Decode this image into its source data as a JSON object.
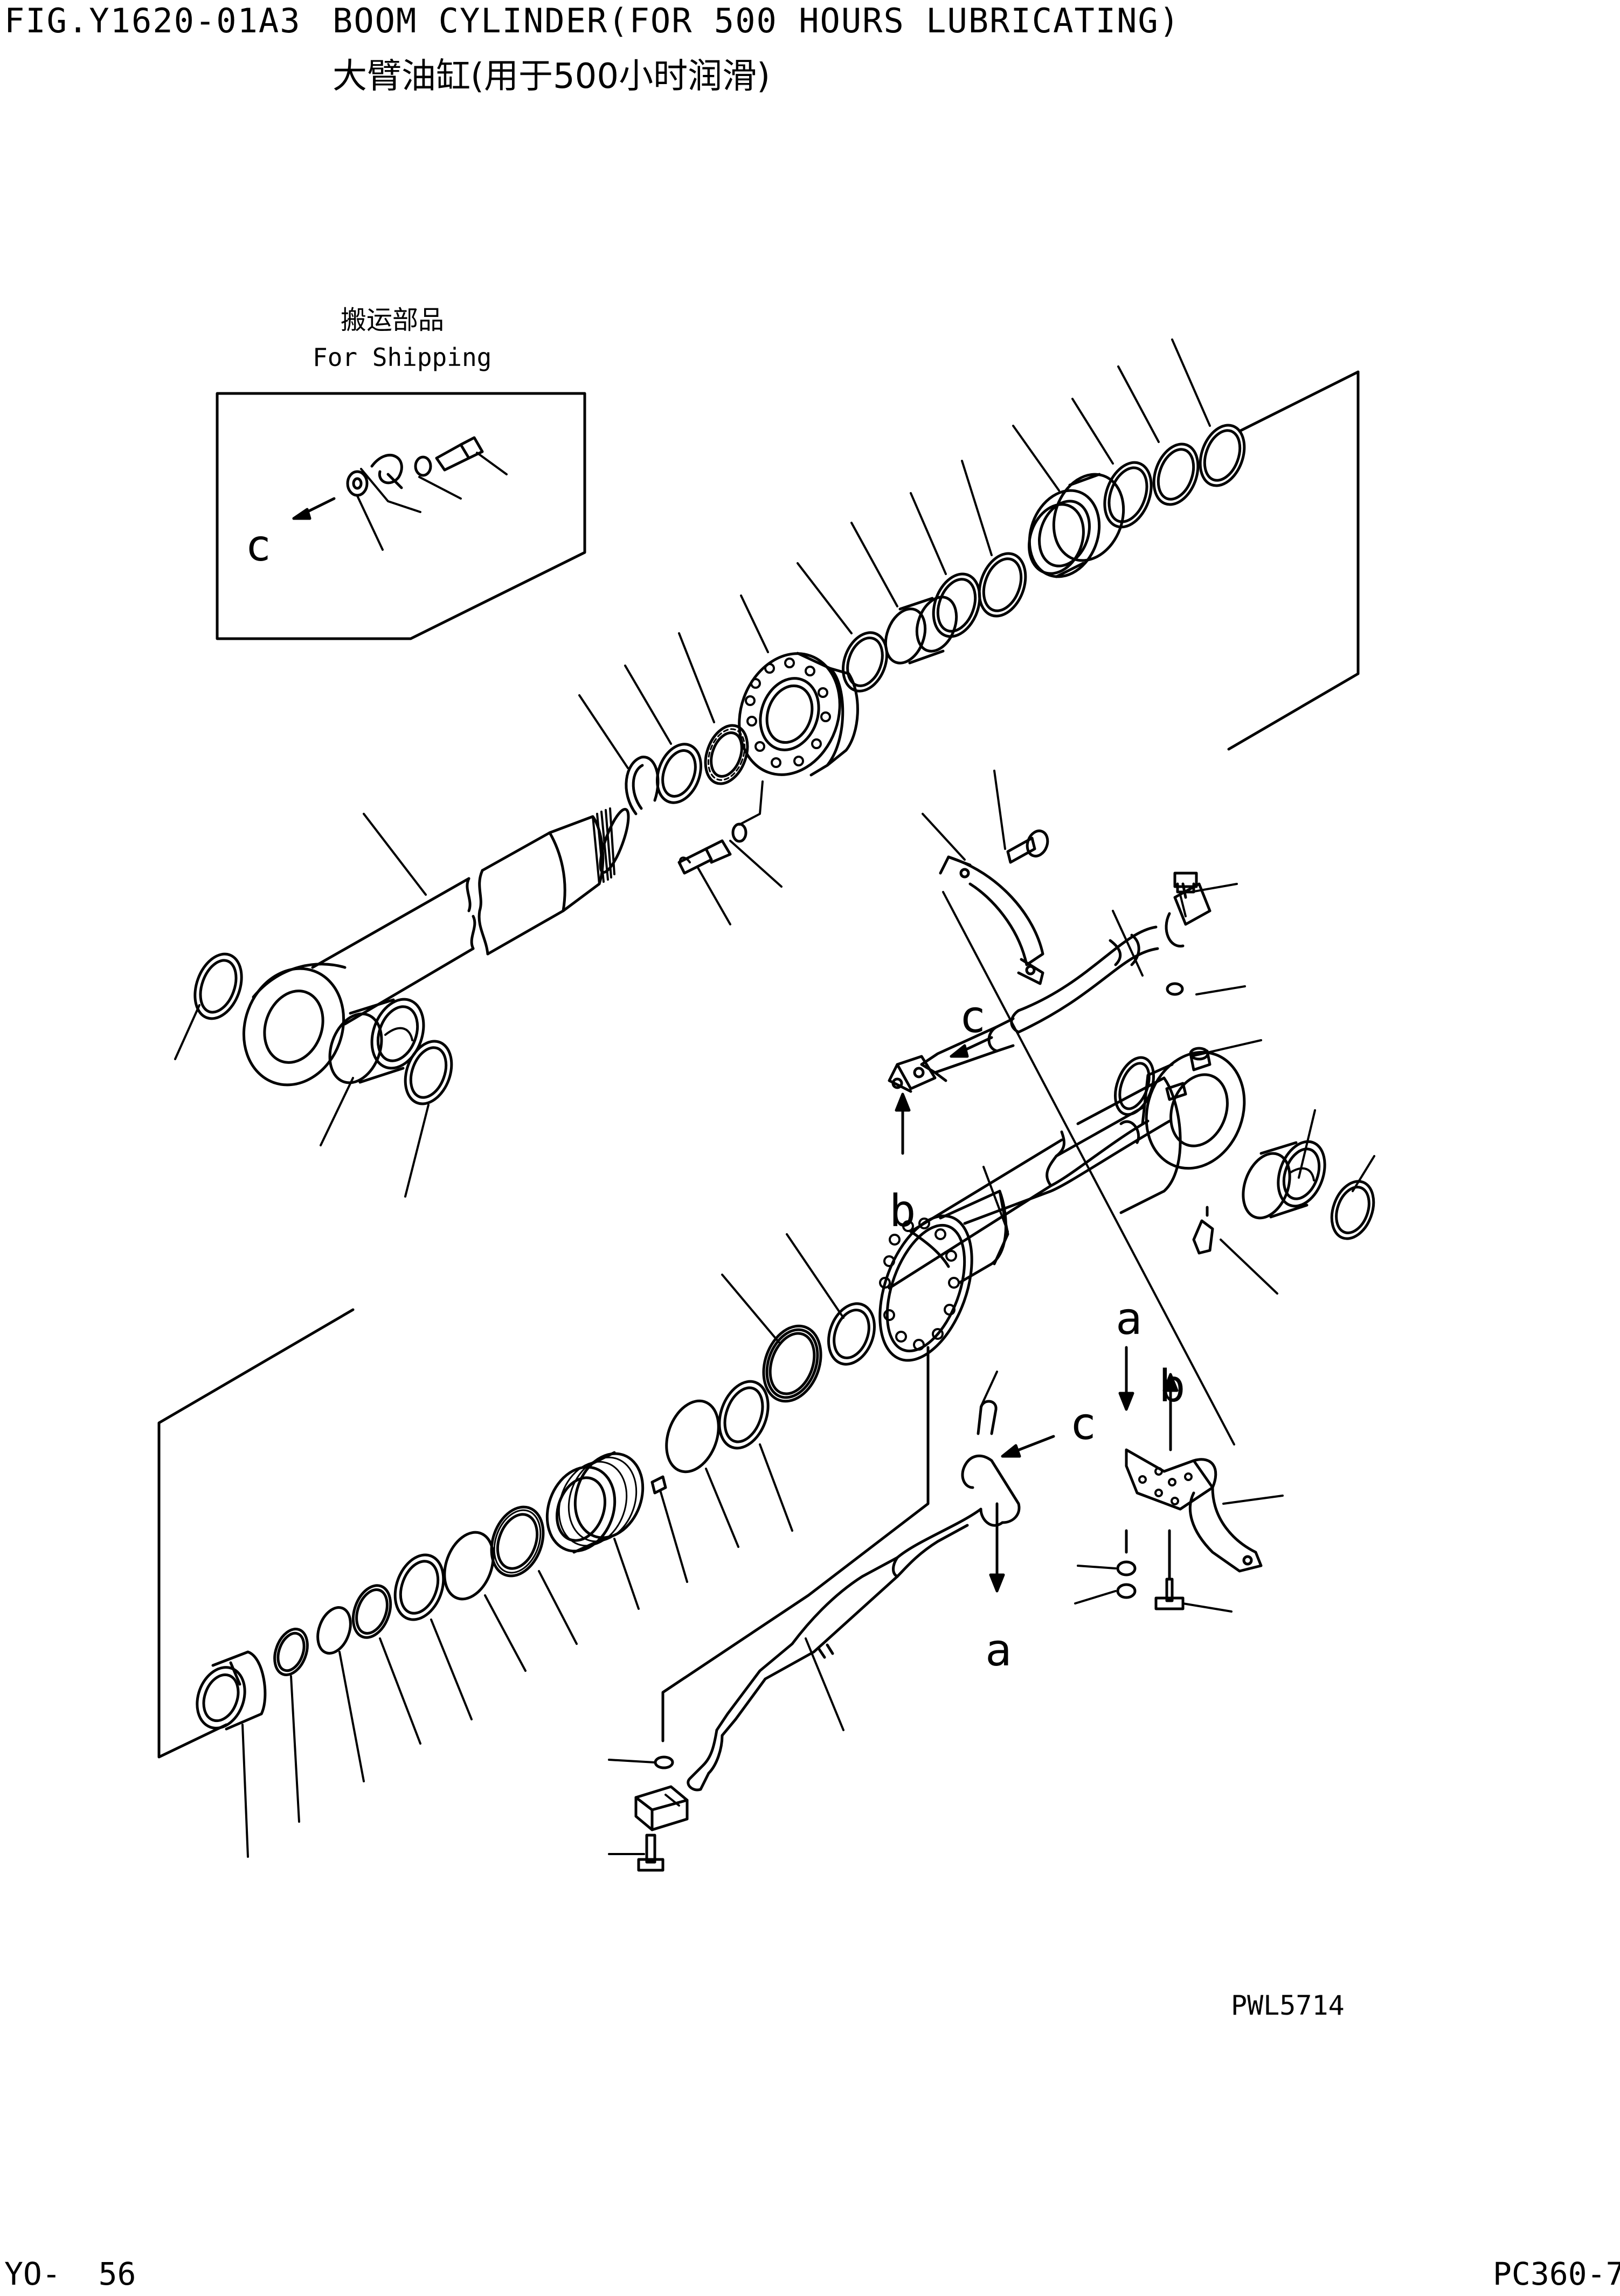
{
  "header": {
    "figure_number": "FIG.Y1620-01A3",
    "title": "BOOM CYLINDER(FOR 500 HOURS LUBRICATING)",
    "title_cn": "大臂油缸(用于500小时润滑)"
  },
  "shipping_box": {
    "label_cn": "搬运部品",
    "label_en": "For Shipping",
    "callout": "c"
  },
  "view_letters": {
    "c_upper": "c",
    "b_left": "b",
    "a_right": "a",
    "b_right": "b",
    "c_right": "c",
    "a_lower": "a"
  },
  "footer": {
    "drawing_code": "PWL5714",
    "page_number": "YO-  56",
    "model": "PC360-7"
  }
}
